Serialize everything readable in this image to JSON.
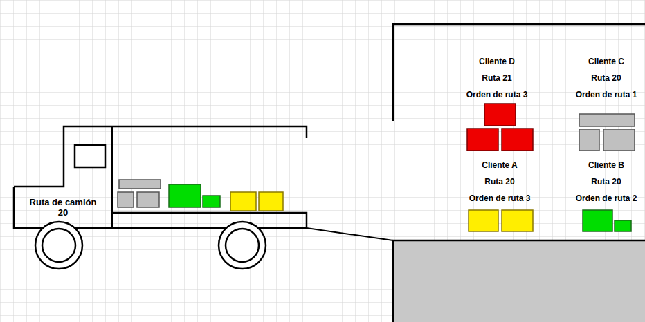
{
  "diagram": {
    "nodes": [
      {
        "text": [
          "Ruta de camión 20"
        ]
      }
    ],
    "labels": [
      "Cliente D",
      "Ruta 21",
      "Orden de ruta 3",
      "Cliente C",
      "Ruta 20",
      "Orden de ruta 1",
      "Cliente A",
      "Ruta 20",
      "Orden de ruta 3",
      "Cliente B",
      "Ruta 20",
      "Orden de ruta 2"
    ]
  }
}
